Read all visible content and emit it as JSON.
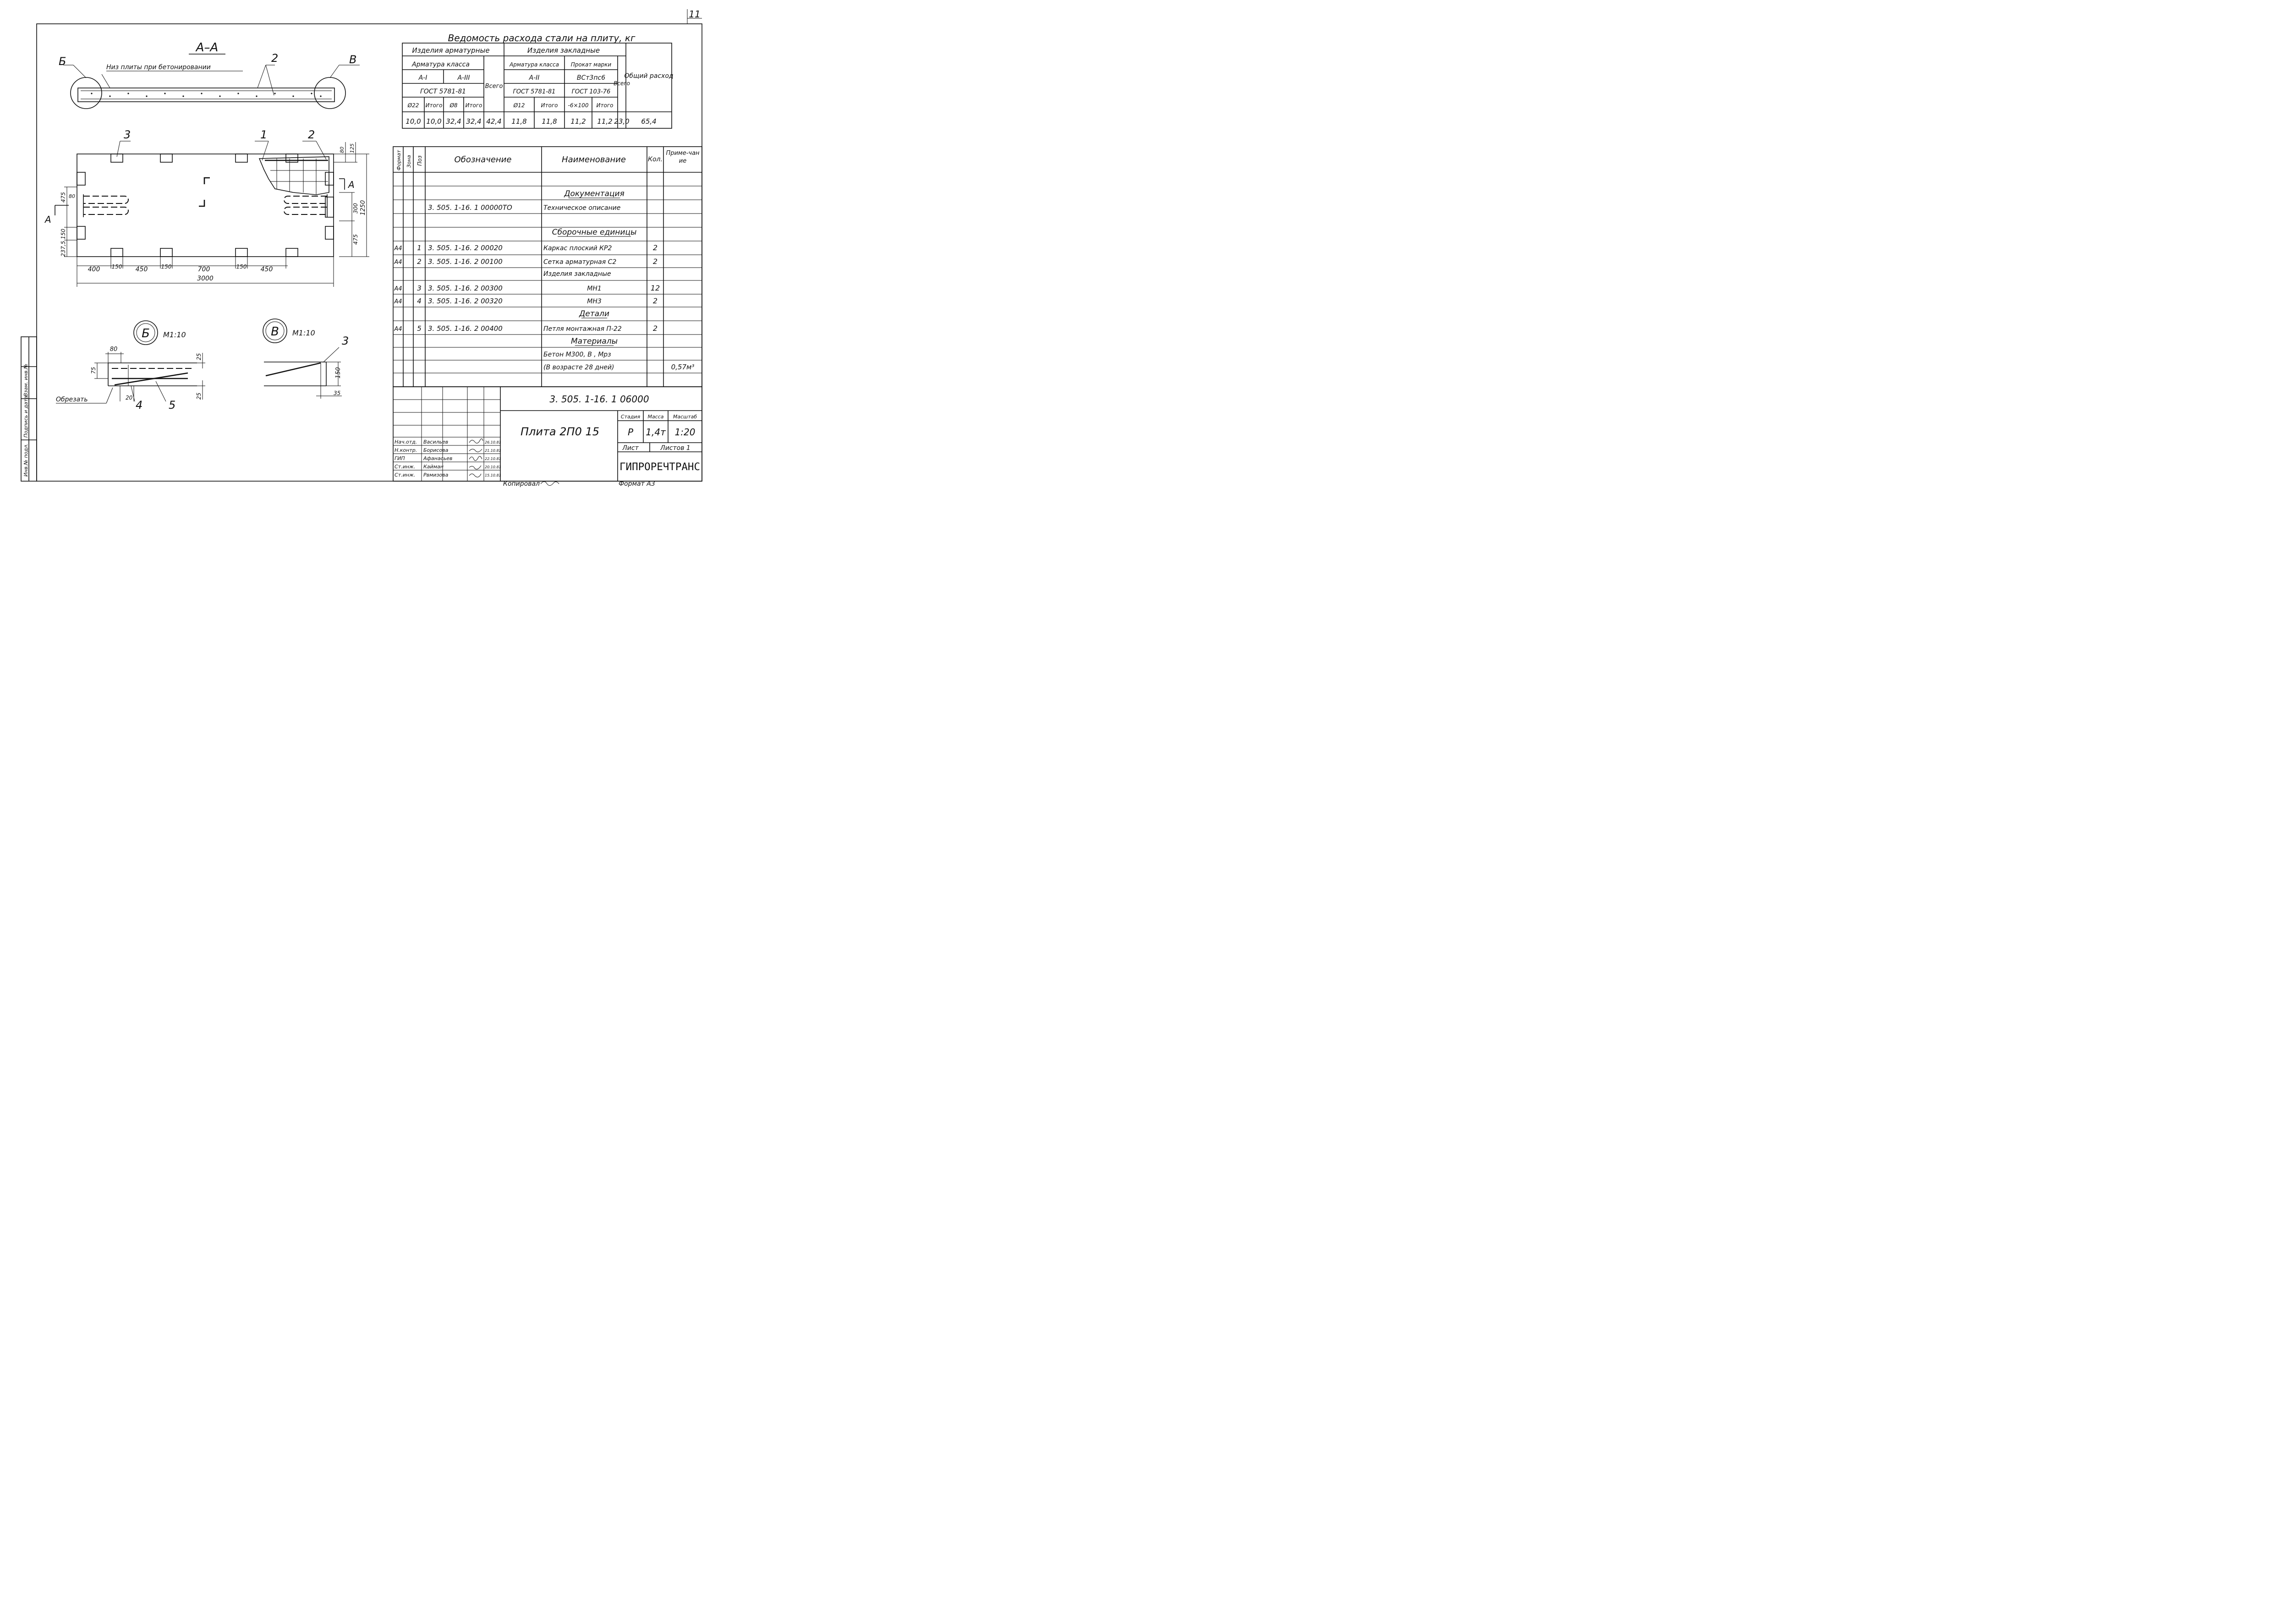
{
  "sheet_number": "11",
  "section_aa": {
    "title": "А–А",
    "label_b": "Б",
    "label_v": "В",
    "bottom_note": "Низ плиты при бетонировании",
    "pos_2": "2"
  },
  "plan": {
    "pos_3": "3",
    "pos_1": "1",
    "pos_2": "2",
    "section_mark": "А",
    "dims_bottom": [
      "400",
      "150",
      "450",
      "150",
      "700",
      "150",
      "450"
    ],
    "overall_length": "3000",
    "dims_left": [
      "475",
      "150",
      "237,5"
    ],
    "dim_left_80": "80",
    "dims_right": [
      "300",
      "475"
    ],
    "dim_right_total": "1250",
    "dims_top_right": [
      "80",
      "125"
    ]
  },
  "detail_b": {
    "label": "Б",
    "scale": "М1:10",
    "dim_80": "80",
    "dim_75": "75",
    "dim_25a": "25",
    "dim_25b": "25",
    "dim_20": "20",
    "pos_4": "4",
    "pos_5": "5",
    "cut_note": "Обрезать"
  },
  "detail_v": {
    "label": "В",
    "scale": "М1:10",
    "pos_3": "3",
    "dim_150": "150",
    "dim_35": "35"
  },
  "steel_table": {
    "title": "Ведомость расхода стали на плиту, кг",
    "h_reinf_products": "Изделия арматурные",
    "h_embedded": "Изделия закладные",
    "h_reinf_class": "Арматура класса",
    "h_total_1": "Всего",
    "h_reinf_class_2": "Арматура класса",
    "h_rolled": "Прокат марки",
    "h_total_2": "Всего",
    "h_general": "Общий расход",
    "cls_a1": "А-I",
    "cls_a3": "А-III",
    "cls_a2": "А-II",
    "cls_vst": "ВСт3пс6",
    "gost_1": "ГОСТ 5781-81",
    "gost_2": "ГОСТ 5781-81",
    "gost_3": "ГОСТ 103-76",
    "sub_headers": [
      "Ø22",
      "Итого",
      "Ø8",
      "Итого",
      "Ø12",
      "Итого",
      "-6×100",
      "Итого"
    ],
    "values": [
      "10,0",
      "10,0",
      "32,4",
      "32,4",
      "42,4",
      "11,8",
      "11,8",
      "11,2",
      "11,2",
      "23,0",
      "65,4"
    ]
  },
  "spec_table": {
    "headers": {
      "format": "Формат",
      "zone": "Зона",
      "pos": "Поз",
      "designation": "Обозначение",
      "name": "Наименование",
      "qty": "Кол.",
      "note": "Приме-чание"
    },
    "rows": [
      {
        "format": "",
        "pos": "",
        "designation": "",
        "name": "Документация",
        "qty": "",
        "note": "",
        "heading": true
      },
      {
        "format": "",
        "pos": "",
        "designation": "3. 505. 1-16. 1   00000ТО",
        "name": "Техническое описание",
        "qty": "",
        "note": "",
        "heading": false
      },
      {
        "format": "",
        "pos": "",
        "designation": "",
        "name": "Сборочные единицы",
        "qty": "",
        "note": "",
        "heading": true
      },
      {
        "format": "А4",
        "pos": "1",
        "designation": "3. 505. 1-16. 2   00020",
        "name": "Каркас плоский КР2",
        "qty": "2",
        "note": "",
        "heading": false
      },
      {
        "format": "А4",
        "pos": "2",
        "designation": "3. 505. 1-16. 2   00100",
        "name": "Сетка арматурная С2",
        "qty": "2",
        "note": "",
        "heading": false
      },
      {
        "format": "",
        "pos": "",
        "designation": "",
        "name": "Изделия закладные",
        "qty": "",
        "note": "",
        "heading": false
      },
      {
        "format": "А4",
        "pos": "3",
        "designation": "3. 505. 1-16. 2   00300",
        "name": "МН1",
        "qty": "12",
        "note": "",
        "heading": false
      },
      {
        "format": "А4",
        "pos": "4",
        "designation": "3. 505. 1-16. 2   00320",
        "name": "МН3",
        "qty": "2",
        "note": "",
        "heading": false
      },
      {
        "format": "",
        "pos": "",
        "designation": "",
        "name": "Детали",
        "qty": "",
        "note": "",
        "heading": true
      },
      {
        "format": "А4",
        "pos": "5",
        "designation": "3. 505. 1-16. 2   00400",
        "name": "Петля монтажная П-22",
        "qty": "2",
        "note": "",
        "heading": false
      },
      {
        "format": "",
        "pos": "",
        "designation": "",
        "name": "Материалы",
        "qty": "",
        "note": "",
        "heading": true
      },
      {
        "format": "",
        "pos": "",
        "designation": "",
        "name": "Бетон М300, В   , Мрз",
        "qty": "",
        "note": "",
        "heading": false
      },
      {
        "format": "",
        "pos": "",
        "designation": "",
        "name": "(В возрасте 28 дней)",
        "qty": "",
        "note": "0,57м³",
        "heading": false
      }
    ]
  },
  "title_block": {
    "doc_code": "3. 505. 1-16. 1   06000",
    "name": "Плита 2П0 15",
    "stage_label": "Стадия",
    "stage": "Р",
    "mass_label": "Масса",
    "mass": "1,4т",
    "scale_label": "Масштаб",
    "scale": "1:20",
    "sheet_label": "Лист",
    "sheets_label": "Листов 1",
    "org": "ГИПРОРЕЧТРАНС",
    "signatures": [
      {
        "role": "Нач.отд.",
        "surname": "Васильев",
        "date": "26.10.81"
      },
      {
        "role": "Н.контр.",
        "surname": "Борисова",
        "date": "21.10.81"
      },
      {
        "role": "ГИП",
        "surname": "Афанасьев",
        "date": "22.10.81"
      },
      {
        "role": "Ст.инж.",
        "surname": "Кайман",
        "date": "20.10.81"
      },
      {
        "role": "Ст.инж.",
        "surname": "Рвмизова",
        "date": "15.10.81"
      }
    ]
  },
  "side_stamp": [
    "Инв.№ подл.",
    "Подпись и дата",
    "Взам. инв.№"
  ],
  "footer": {
    "copied": "Копировал",
    "format": "Формат А3"
  }
}
